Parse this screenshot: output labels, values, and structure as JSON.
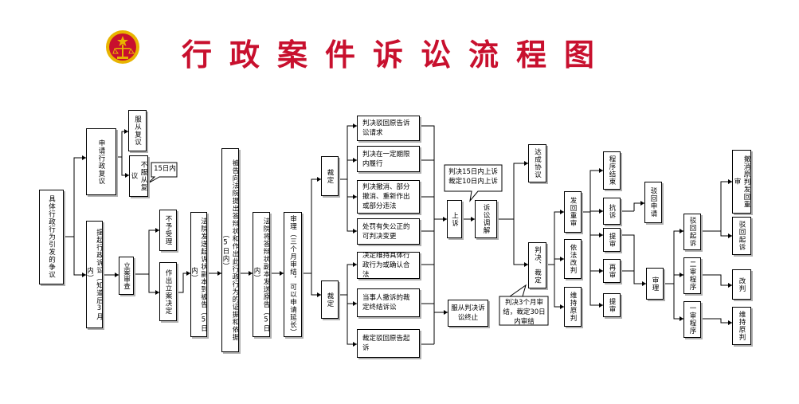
{
  "title": "行政案件诉讼流程图",
  "boxes": {
    "dispute": "具体行政行为引发的争议",
    "apply_review": "申请行政复议",
    "accept_review": "服从复议",
    "reject_review": "不服从复议",
    "within_15": "15日内",
    "file_suit": "提起行政诉讼（知道后3月内）",
    "case_review": "立案审查",
    "not_accept": "不予受理",
    "decide_accept": "作出立案决定",
    "send_copy": "法院发送起诉状副本到被告（5日内）",
    "defendant": "被告向法院提出答辩状和作出此行政行为的证据和依据（5日内）",
    "court_send": "法院将答辩状副本发送原告（5日内）",
    "trial": "审理（三个月审结，可以申请延长）",
    "ruling_top": "裁定",
    "ruling_bottom": "裁定",
    "r1": "判决驳回原告诉讼请求",
    "r2": "判决在一定期限内履行",
    "r3": "判决撤消、部分撤消、重新作出或部分违法",
    "r4": "处罚有失公正的可判决变更",
    "r5": "决定维持具体行政行为或确认合法",
    "r6": "当事人撤诉的裁定终结诉讼",
    "r7": "裁定驳回原告起诉",
    "appeal": "上诉",
    "appeal_note": "判决15日内上诉 裁定10日内上诉",
    "mediation": "诉讼调解",
    "agreement": "达成协议",
    "accept_end": "服从判决诉讼终止",
    "judgment": "判决、裁定",
    "judgment_note": "判决3个月审结，裁定30日内审结",
    "remand": "发回重审",
    "amend": "依法改判",
    "uphold": "维持原判",
    "end_proc": "程序结束",
    "protest": "抗诉",
    "retrial_a": "提审",
    "retrial_b": "再审",
    "retrial_c": "提审",
    "reapply": "驳回申请",
    "trial2": "审理",
    "reject_suit": "驳回起诉",
    "second_inst": "二审程序",
    "first_inst": "一审程序",
    "f1": "撤消原判发回重审",
    "f2": "驳回起诉",
    "f3": "改判",
    "f4": "维持原判"
  },
  "colors": {
    "title": "#c8102e",
    "emblem": "#c8102e",
    "emblem_gold": "#e8b400"
  }
}
